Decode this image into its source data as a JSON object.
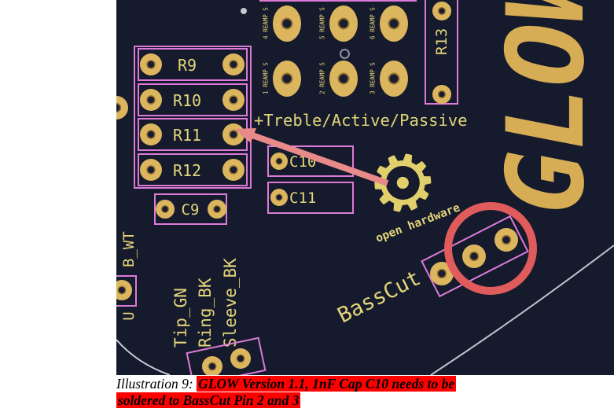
{
  "colors": {
    "board_background": "#161a2d",
    "pad_gold": "#dcb65e",
    "silkscreen_yellow": "#e3d57a",
    "copper_gold_text": "#d6ad55",
    "courtyard_pink": "#dd7ad8",
    "annotation_red": "#e05c5c",
    "caption_highlight_red": "#ff0000",
    "board_edge_gray": "#bfc3cc"
  },
  "pcb": {
    "connector": {
      "pins": [
        {
          "label": "4 REAMP S"
        },
        {
          "label": "5 REAMP S"
        },
        {
          "label": "6 REAMP S"
        },
        {
          "label": "1 REAMP S"
        },
        {
          "label": "2 REAMP S"
        },
        {
          "label": "3 REAMP S"
        }
      ]
    },
    "resistors": [
      {
        "label": "R9"
      },
      {
        "label": "R10"
      },
      {
        "label": "R11"
      },
      {
        "label": "R12"
      }
    ],
    "r13": {
      "label": "R13"
    },
    "capacitors": [
      {
        "label": "C9"
      },
      {
        "label": "C10"
      },
      {
        "label": "C11"
      }
    ],
    "treble_label": "+Treble/Active/Passive",
    "glow_text": "GLOW",
    "open_hardware": {
      "label": "open hardware",
      "gear_glyph": "⚙"
    },
    "basscut_label": "BassCut",
    "jack_pins": [
      {
        "label": "Tip_GN"
      },
      {
        "label": "Ring_BK"
      },
      {
        "label": "Sleeve_BK"
      }
    ],
    "edge_labels": [
      {
        "label": "B_WT"
      },
      {
        "label": "U"
      }
    ]
  },
  "caption": {
    "prefix": "Illustration 9: ",
    "highlight_line1": "GLOW Version 1.1, 1nF Cap C10 needs to be",
    "highlight_line2": "soldered to BassCut Pin 2 and 3"
  }
}
